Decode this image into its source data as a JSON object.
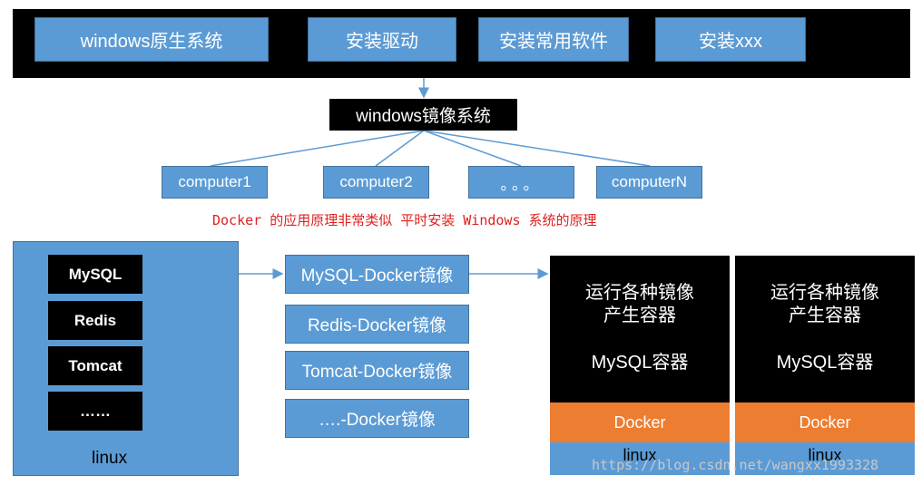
{
  "top_bar": {
    "boxes": [
      "windows原生系统",
      "安装驱动",
      "安装常用软件",
      "安装xxx"
    ]
  },
  "image_label": "windows镜像系统",
  "computers": [
    "computer1",
    "computer2",
    "。。。",
    "computerN"
  ],
  "note": "Docker 的应用原理非常类似 平时安装 Windows 系统的原理",
  "linux_host": {
    "apps": [
      "MySQL",
      "Redis",
      "Tomcat",
      "……"
    ],
    "label": "linux"
  },
  "docker_images": [
    "MySQL-Docker镜像",
    "Redis-Docker镜像",
    "Tomcat-Docker镜像",
    "….-Docker镜像"
  ],
  "containers": [
    {
      "line1": "运行各种镜像",
      "line2": "产生容器",
      "name": "MySQL容器",
      "docker": "Docker",
      "os": "linux"
    },
    {
      "line1": "运行各种镜像",
      "line2": "产生容器",
      "name": "MySQL容器",
      "docker": "Docker",
      "os": "linux"
    }
  ],
  "watermark": "https://blog.csdn.net/wangxx1993328",
  "colors": {
    "blue": "#5b9bd5",
    "black": "#000000",
    "orange": "#ed7d31",
    "note_red": "#e02020"
  }
}
